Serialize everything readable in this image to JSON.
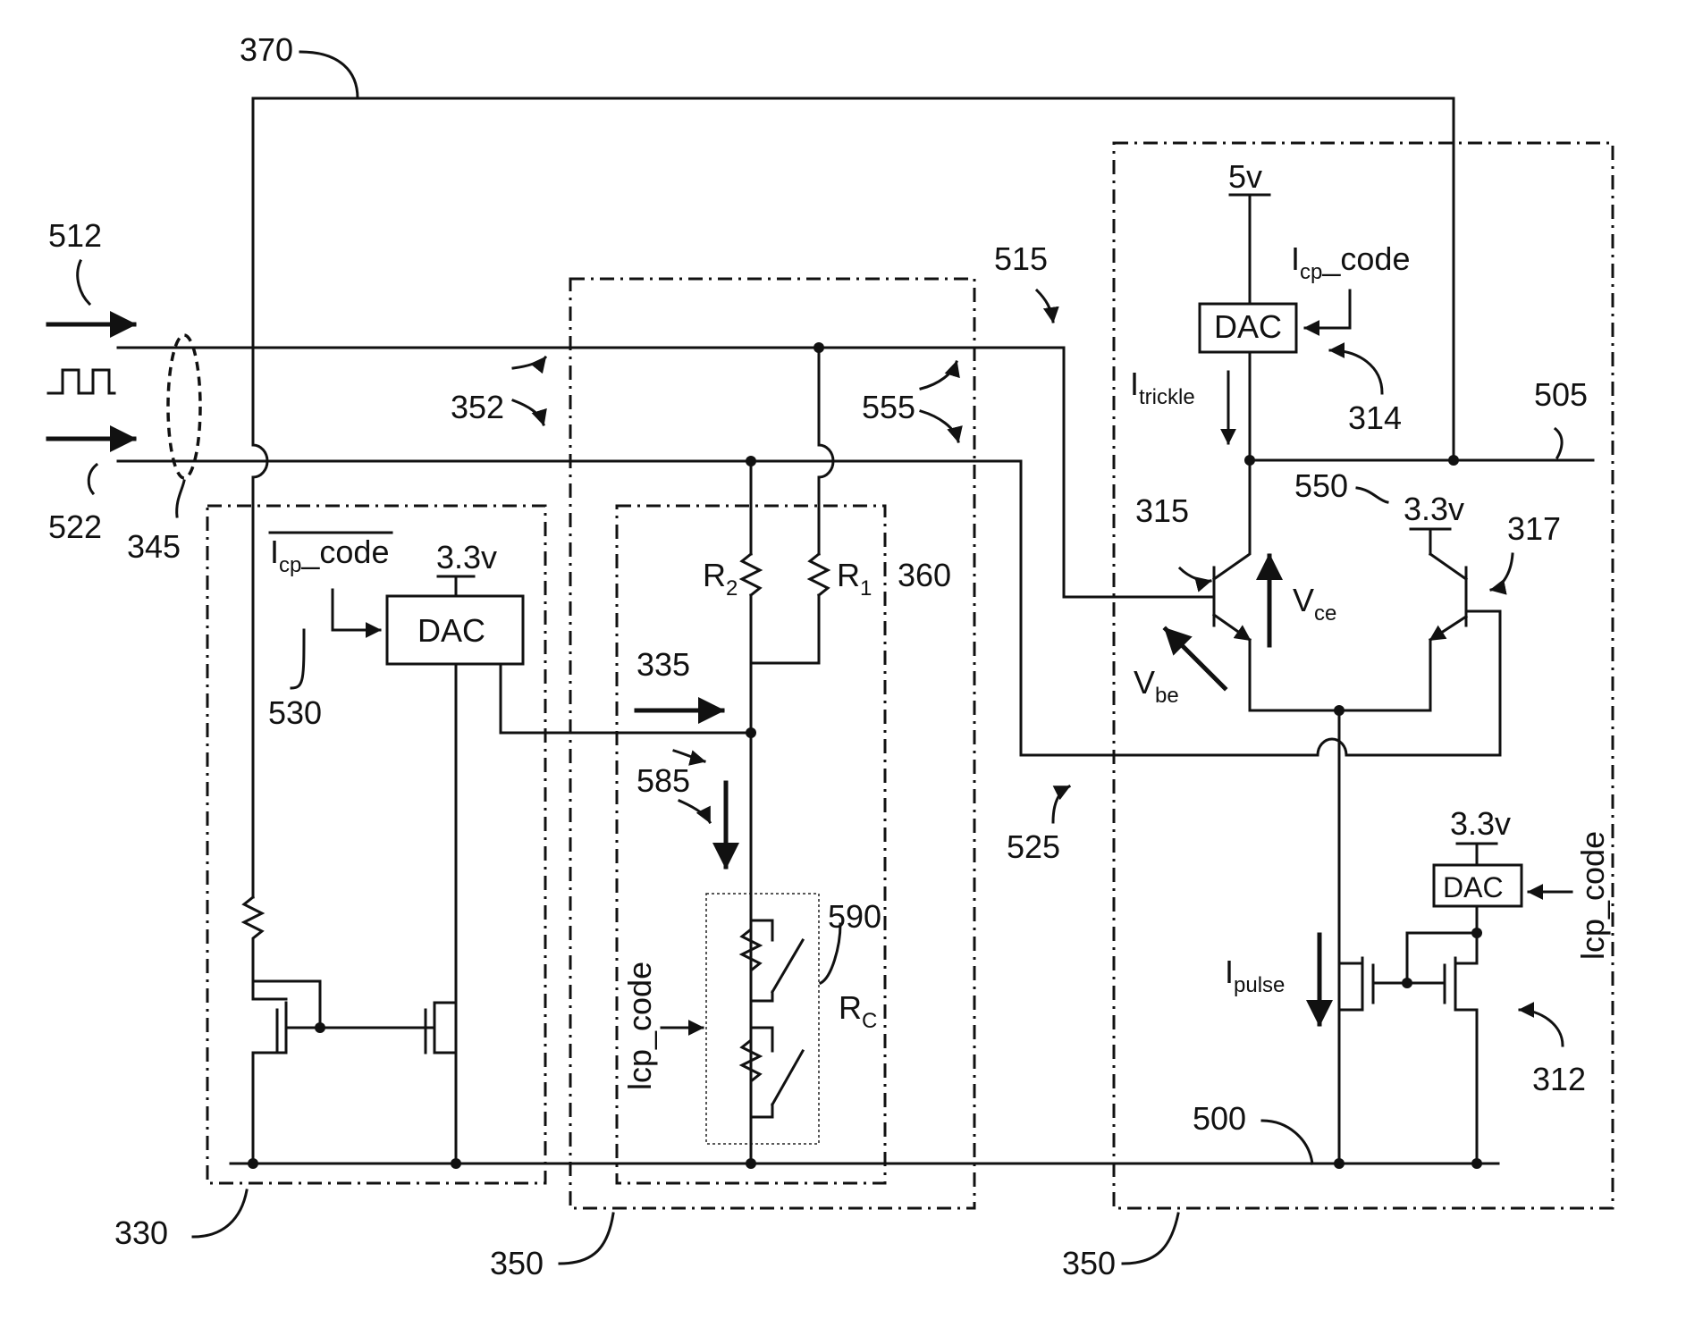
{
  "labels": {
    "n370": "370",
    "n512": "512",
    "n522": "522",
    "n345": "345",
    "n352": "352",
    "n515": "515",
    "n555": "555",
    "n505": "505",
    "n550": "550",
    "n314": "314",
    "n315": "315",
    "n317": "317",
    "n330": "330",
    "n530": "530",
    "n335": "335",
    "n585": "585",
    "n590": "590",
    "n360": "360",
    "n525": "525",
    "n312": "312",
    "n500": "500",
    "n350a": "350",
    "n350b": "350"
  },
  "components": {
    "dac": "DAC",
    "v5": "5v",
    "v33": "3.3v",
    "r1_main": "R",
    "r1_sub": "1",
    "r2_main": "R",
    "r2_sub": "2",
    "rc_main": "R",
    "rc_sub": "C",
    "icp_code_main": "I",
    "icp_code_sub": "cp",
    "icp_code_suffix": "_code",
    "lcp_code": "lcp_code",
    "i_main": "I",
    "trickle": "trickle",
    "pulse": "pulse",
    "v_main": "V",
    "ce": "ce",
    "be": "be"
  }
}
